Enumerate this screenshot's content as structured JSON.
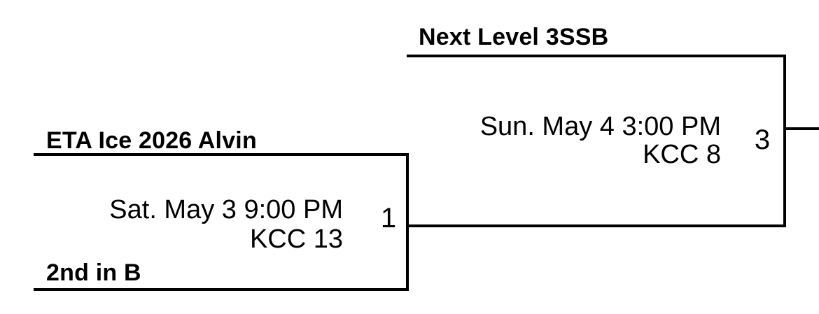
{
  "bracket": {
    "background_color": "#ffffff",
    "line_color": "#000000",
    "text_color": "#000000",
    "matches": [
      {
        "name": "round-1-match",
        "top_team": "ETA Ice 2026 Alvin",
        "bottom_team": "2nd in B",
        "datetime": "Sat. May 3 9:00 PM",
        "venue": "KCC 13",
        "score": "1"
      },
      {
        "name": "round-2-match",
        "top_team": "Next Level 3SSB",
        "datetime": "Sun. May 4 3:00 PM",
        "venue": "KCC 8",
        "score": "3"
      }
    ]
  }
}
